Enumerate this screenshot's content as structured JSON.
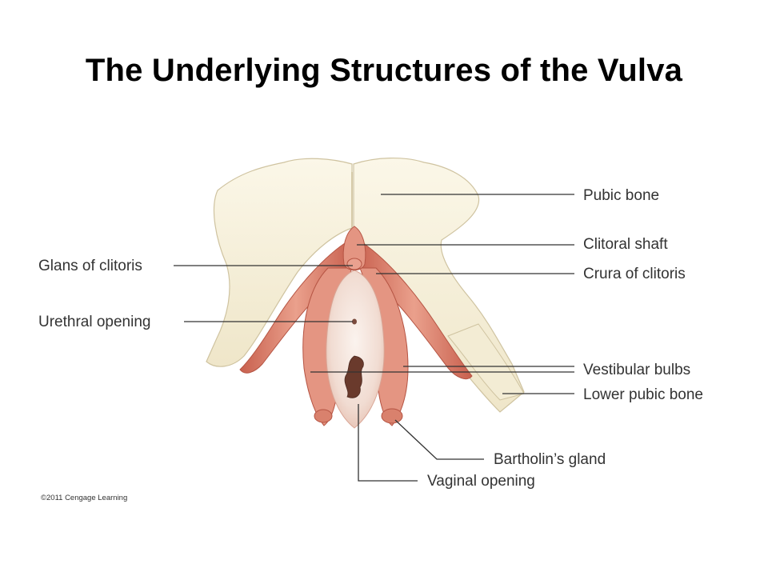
{
  "slide": {
    "title": "The Underlying Structures of the Vulva"
  },
  "diagram": {
    "labels": {
      "pubic_bone": "Pubic bone",
      "clitoral_shaft": "Clitoral shaft",
      "crura_of_clitoris": "Crura of clitoris",
      "glans_of_clitoris": "Glans of clitoris",
      "urethral_opening": "Urethral opening",
      "vestibular_bulbs": "Vestibular bulbs",
      "lower_pubic_bone": "Lower pubic bone",
      "bartholins_gland": "Bartholin’s gland",
      "vaginal_opening": "Vaginal opening"
    },
    "copyright": "©2011 Cengage Learning"
  },
  "colors": {
    "bone": "#f6f0dc",
    "bone_shadow": "#d9cfb0",
    "tissue_red": "#e08a76",
    "tissue_dark": "#c2604f",
    "vestibule": "#f4e8e0",
    "opening": "#6a3a2c"
  }
}
